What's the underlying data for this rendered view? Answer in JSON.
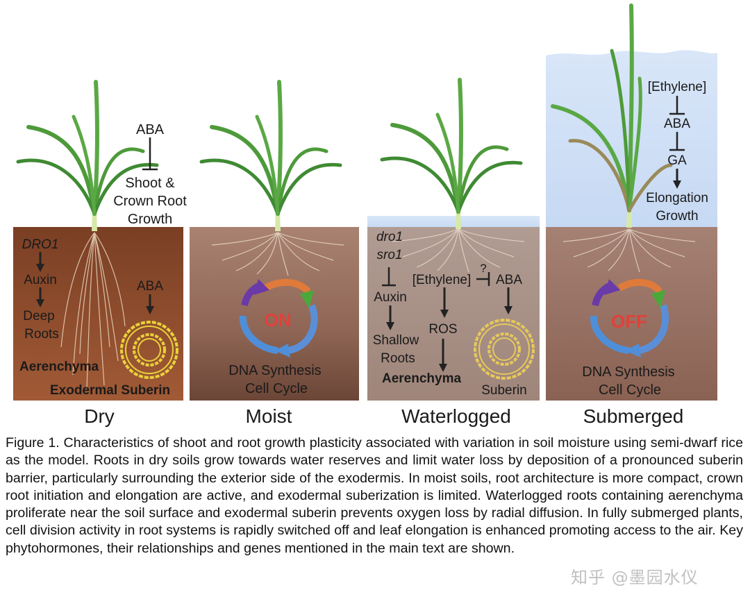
{
  "panels": [
    {
      "title": "Dry",
      "labels": {
        "hormone_top": "ABA",
        "growth_1": "Shoot &",
        "growth_2": "Crown Root",
        "growth_3": "Growth",
        "gene": "DRO1",
        "auxin": "Auxin",
        "deep_1": "Deep",
        "deep_2": "Roots",
        "aba_soil": "ABA",
        "aerenchyma": "Aerenchyma",
        "suberin": "Exodermal Suberin"
      }
    },
    {
      "title": "Moist",
      "labels": {
        "cycle_state": "ON",
        "dna": "DNA Synthesis",
        "cell_cycle": "Cell Cycle"
      }
    },
    {
      "title": "Waterlogged",
      "labels": {
        "gene_1": "dro1",
        "gene_2": "sro1",
        "auxin": "Auxin",
        "shallow_1": "Shallow",
        "shallow_2": "Roots",
        "aerenchyma": "Aerenchyma",
        "ethylene": "[Ethylene]",
        "question": "?",
        "aba": "ABA",
        "ros": "ROS",
        "suberin": "Suberin"
      }
    },
    {
      "title": "Submerged",
      "labels": {
        "ethylene": "[Ethylene]",
        "aba": "ABA",
        "ga": "GA",
        "elong_1": "Elongation",
        "elong_2": "Growth",
        "cycle_state": "OFF",
        "dna": "DNA Synthesis",
        "cell_cycle": "Cell Cycle"
      }
    }
  ],
  "caption": "Figure 1. Characteristics of shoot and root growth plasticity associated with variation in soil moisture using semi-dwarf rice as the model. Roots in dry soils grow towards water reserves and limit water loss by deposition of a pronounced suberin barrier, particularly surrounding the exterior side of the exodermis. In moist soils, root architecture is more compact, crown root initiation and elongation are active, and exodermal suberization is limited. Waterlogged roots containing aerenchyma proliferate near the soil surface and exodermal suberin prevents oxygen loss by radial diffusion. In fully submerged plants, cell division activity in root systems is rapidly switched off and leaf elongation is enhanced promoting access to the air. Key phytohormones, their relationships and genes mentioned in the main text are shown.",
  "watermark": "知乎 @墨园水仪",
  "colors": {
    "soil_dry": "#8a4a2c",
    "soil_moist": "#9b7565",
    "soil_wet": "#a88f86",
    "water": "#cfe0f6",
    "leaf": "#4e9a3a",
    "cycle_on": "#e0413a",
    "cycle_off": "#e0413a"
  }
}
